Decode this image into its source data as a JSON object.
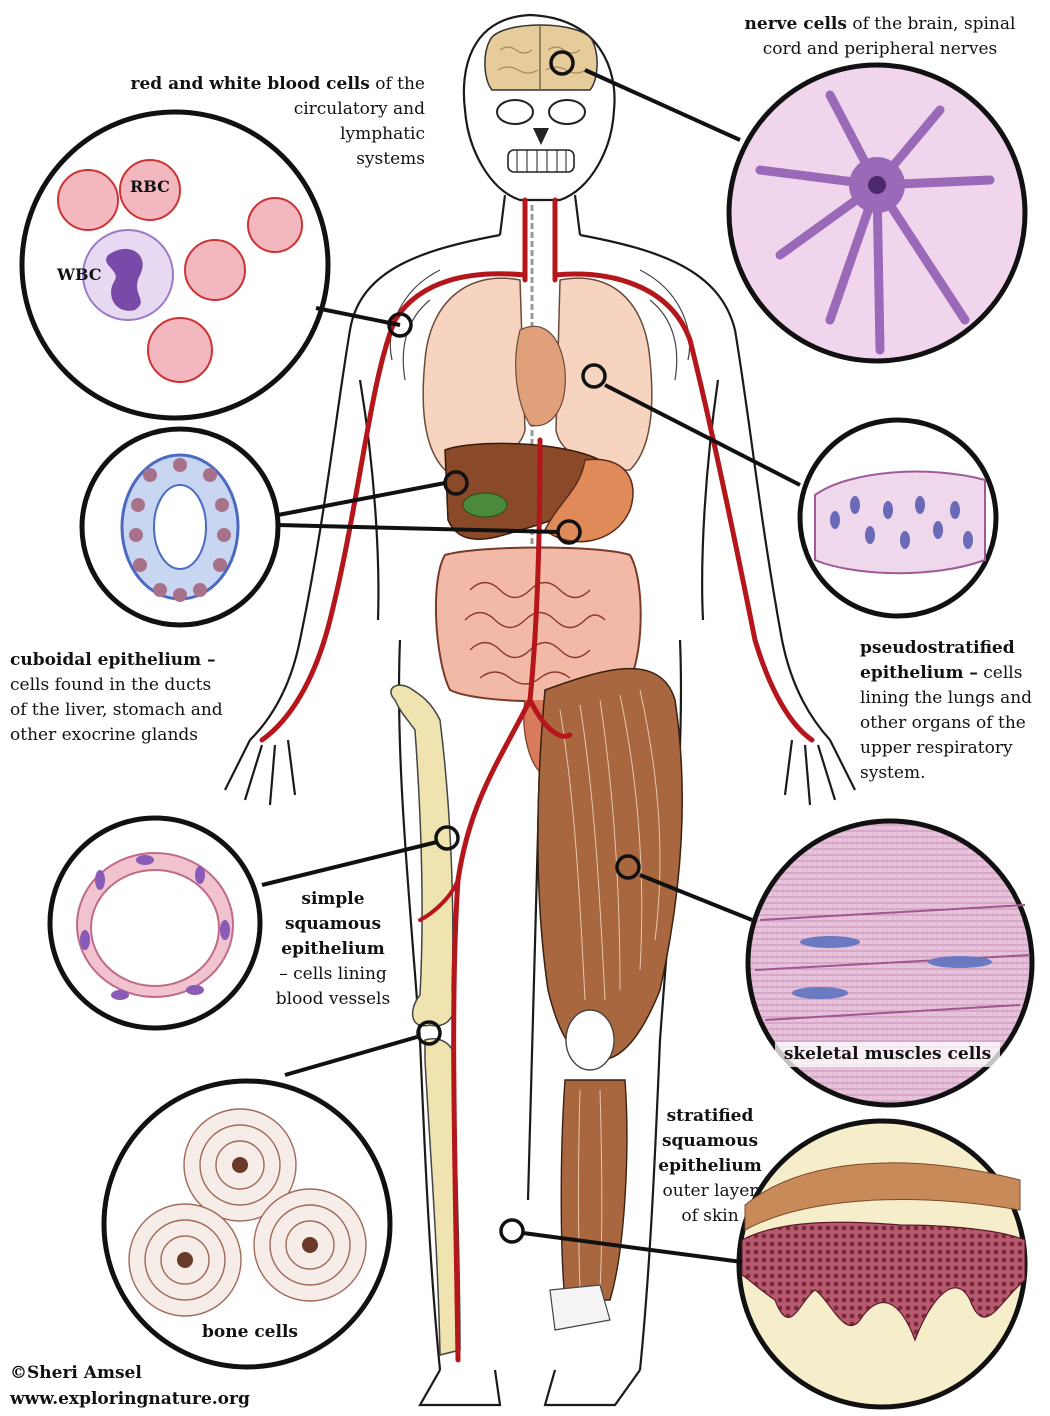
{
  "labels": {
    "blood": {
      "bold": "red and white blood cells",
      "rest1": " of the",
      "rest2": "circulatory and",
      "rest3": "lymphatic",
      "rest4": "systems"
    },
    "rbc": "RBC",
    "wbc": "WBC",
    "nerve": {
      "bold": "nerve cells",
      "rest1": " of the brain, spinal",
      "rest2": "cord and peripheral nerves"
    },
    "cuboidal": {
      "bold": "cuboidal epithelium –",
      "l2": "cells found in the ducts",
      "l3": "of the liver, stomach and",
      "l4": "other exocrine glands"
    },
    "pseudo": {
      "b1": "pseudostratified",
      "b2": "epithelium –",
      "r2": " cells",
      "l3": "lining the lungs and",
      "l4": "other organs of the",
      "l5": "upper respiratory",
      "l6": "system."
    },
    "squamous": {
      "b1": "simple",
      "b2": "squamous",
      "b3": "epithelium",
      "l4": "–  cells lining",
      "l5": "blood vessels"
    },
    "muscle": "skeletal muscles cells",
    "bone": "bone cells",
    "stratified": {
      "b1": "stratified",
      "b2": "squamous",
      "b3": "epithelium",
      "l4": "outer layer",
      "l5": "of skin"
    }
  },
  "credit": {
    "line1": "©Sheri Amsel",
    "line2": "www.exploringnature.org"
  },
  "colors": {
    "artery": "#b5161b",
    "outline": "#1a1a1a",
    "lung": "#f6d4c0",
    "liver": "#8a4a2a",
    "bone": "#efe4b0",
    "muscle": "#a9673f",
    "intestine": "#e9a99a"
  }
}
